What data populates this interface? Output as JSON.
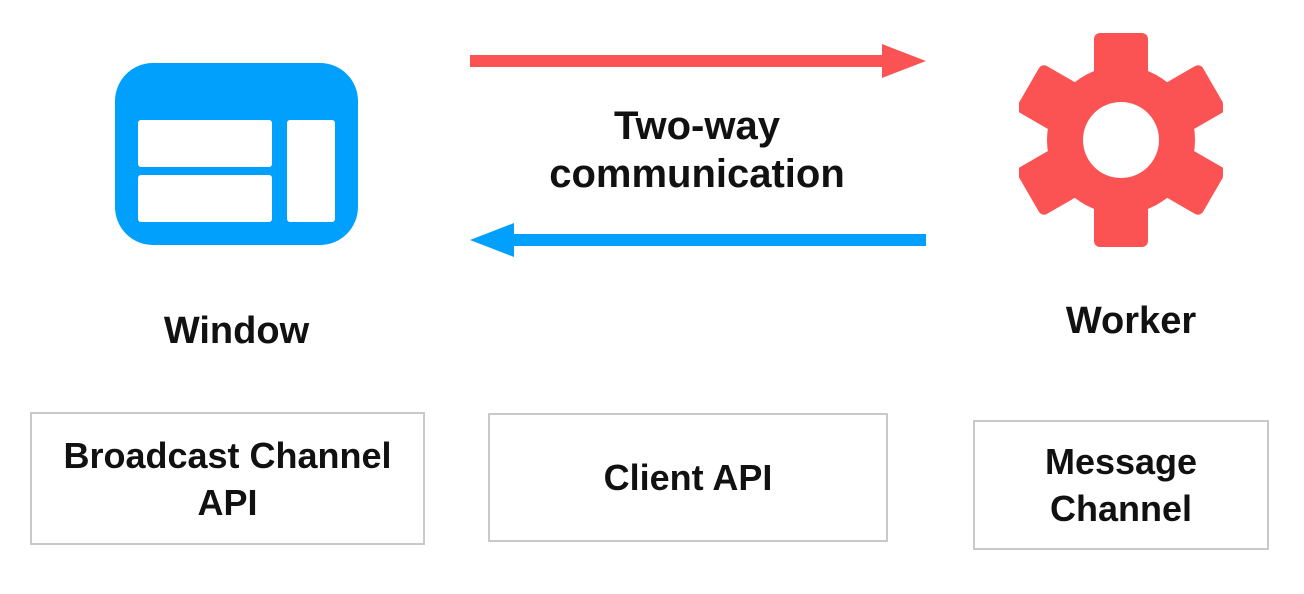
{
  "colors": {
    "blue": "#02a0fd",
    "red": "#fb5354",
    "text": "#111111",
    "box_border": "#c9c9c9",
    "background": "#ffffff"
  },
  "diagram": {
    "window_node": {
      "label": "Window",
      "icon": "browser-window-icon"
    },
    "worker_node": {
      "label": "Worker",
      "icon": "gear-icon"
    },
    "communication": {
      "label": "Two-way\ncommunication",
      "forward_arrow": {
        "direction": "window-to-worker",
        "color": "#fb5354"
      },
      "backward_arrow": {
        "direction": "worker-to-window",
        "color": "#02a0fd"
      }
    },
    "channels": [
      {
        "label": "Broadcast Channel\nAPI"
      },
      {
        "label": "Client API"
      },
      {
        "label": "Message\nChannel"
      }
    ]
  }
}
